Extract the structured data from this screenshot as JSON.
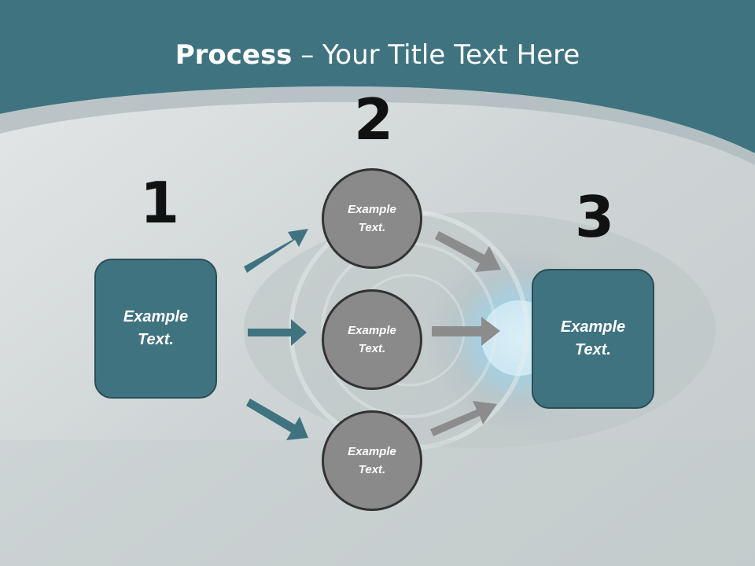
{
  "title": {
    "bold": "Process",
    "rest": " – Your Title Text Here"
  },
  "steps": [
    {
      "number": "1",
      "text": "Example\nText."
    },
    {
      "number": "2",
      "items": [
        "Example\nText.",
        "Example\nText.",
        "Example\nText."
      ]
    },
    {
      "number": "3",
      "text": "Example\nText."
    }
  ],
  "colors": {
    "header": "#3f7380",
    "box": "#3f7380",
    "circle": "#8a8a8a",
    "arrow_teal": "#3f7380",
    "arrow_gray": "#8c8c8c"
  }
}
